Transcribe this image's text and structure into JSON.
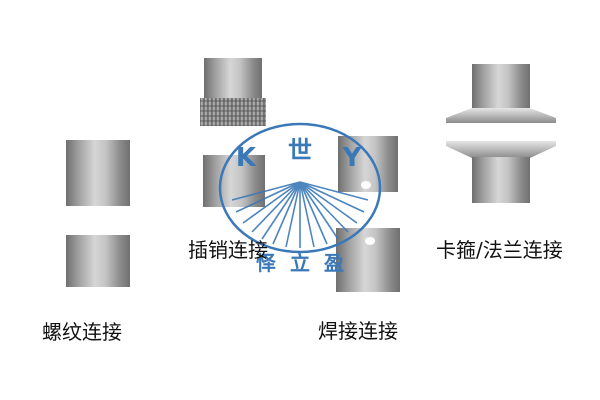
{
  "labels": {
    "threaded": "螺纹连接",
    "pin": "插销连接",
    "clamp_flange": "卡箍/法兰连接",
    "welded": "焊接连接"
  },
  "logo": {
    "letters": [
      "K",
      "世",
      "Y"
    ],
    "characters": [
      "怿",
      "立",
      "盈"
    ],
    "color": "#2c6fb3"
  },
  "colors": {
    "metal_dark": "#7d7d7d",
    "metal_light": "#d2d2d2",
    "background": "#ffffff",
    "logo_blue": "#2c6fb3"
  }
}
